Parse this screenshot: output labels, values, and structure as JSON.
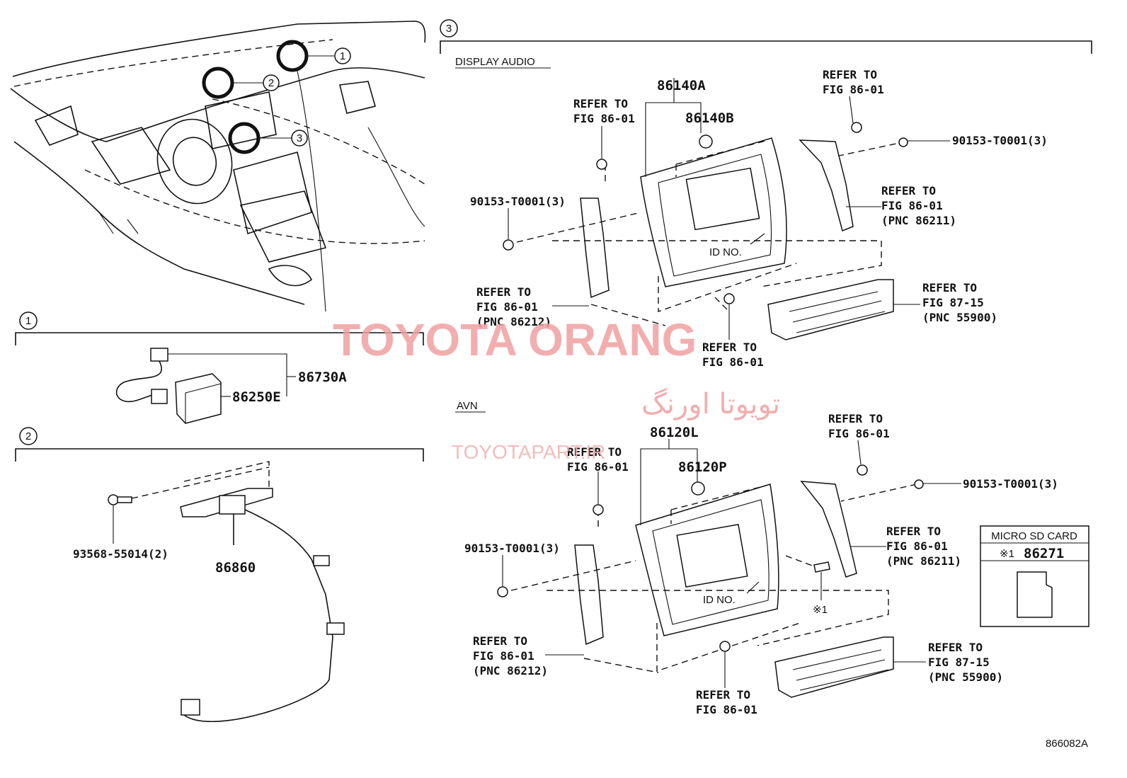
{
  "sections": {
    "s1": "1",
    "s2": "2",
    "s3": "3"
  },
  "overview": {
    "c1": "1",
    "c2": "2",
    "c3": "3"
  },
  "section1": {
    "p86730A": "86730A",
    "p86250E": "86250E"
  },
  "section2": {
    "p93568": "93568-55014(2)",
    "p86860": "86860"
  },
  "display_audio": {
    "label": "DISPLAY AUDIO",
    "p86140A": "86140A",
    "p86140B": "86140B",
    "ref_top_left": [
      "REFER TO",
      "FIG 86-01"
    ],
    "ref_top_right": [
      "REFER TO",
      "FIG 86-01"
    ],
    "screw_right": "90153-T0001(3)",
    "screw_left": "90153-T0001(3)",
    "ref_right": [
      "REFER TO",
      "FIG 86-01",
      "(PNC 86211)"
    ],
    "id_no": "ID NO.",
    "ref_left_bottom": [
      "REFER TO",
      "FIG 86-01",
      "(PNC 86212)"
    ],
    "ref_climate": [
      "REFER TO",
      "FIG 87-15",
      "(PNC 55900)"
    ],
    "ref_bottom": [
      "REFER TO",
      "FIG 86-01"
    ]
  },
  "avn": {
    "label": "AVN",
    "p86120L": "86120L",
    "p86120P": "86120P",
    "ref_top_left": [
      "REFER TO",
      "FIG 86-01"
    ],
    "ref_top_right": [
      "REFER TO",
      "FIG 86-01"
    ],
    "screw_right": "90153-T0001(3)",
    "screw_left": "90153-T0001(3)",
    "ref_right": [
      "REFER TO",
      "FIG 86-01",
      "(PNC 86211)"
    ],
    "id_no": "ID NO.",
    "mark": "※1",
    "ref_left_bottom": [
      "REFER TO",
      "FIG 86-01",
      "(PNC 86212)"
    ],
    "ref_climate": [
      "REFER TO",
      "FIG 87-15",
      "(PNC 55900)"
    ],
    "ref_bottom": [
      "REFER TO",
      "FIG 86-01"
    ]
  },
  "sd_card": {
    "title": "MICRO SD CARD",
    "mark": "※1",
    "part": "86271"
  },
  "watermark": {
    "line1": "TOYOTA ORANG",
    "line2": "تویوتا اورنگ",
    "line3": "TOYOTAPART.IR"
  },
  "figure_id": "866082A"
}
